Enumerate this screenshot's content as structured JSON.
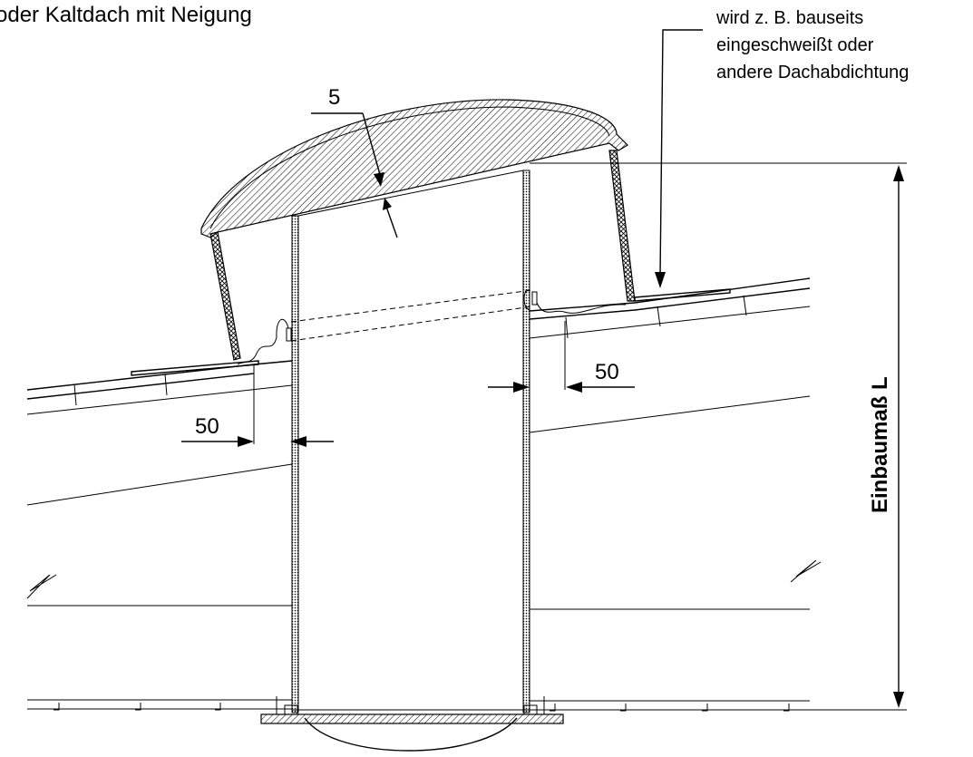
{
  "labels": {
    "top_left_caption": "oder Kaltdach mit Neigung",
    "note_line1": "wird z. B. bauseits",
    "note_line2": "eingeschweißt oder",
    "note_line3": "andere Dachabdichtung",
    "dim_thickness": "5",
    "dim_left_offset": "50",
    "dim_right_offset": "50",
    "dim_height": "Einbaumaß L"
  }
}
